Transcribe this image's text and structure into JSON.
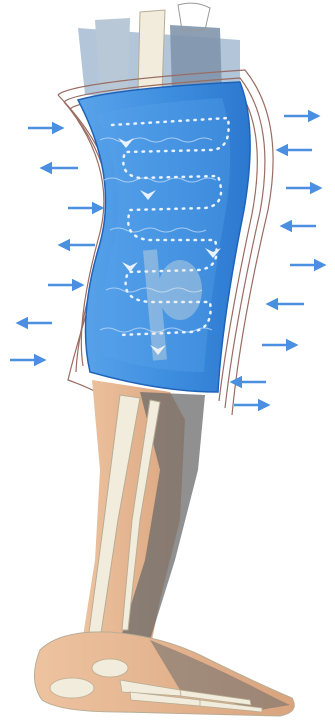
{
  "diagram": {
    "subject": "leg-with-cooling-knee-wrap",
    "colors": {
      "background": "#ffffff",
      "sleeve_blue": "#3f8fe0",
      "sleeve_dark_blue": "#1f63b8",
      "skin": "#eec3a0",
      "skin_shadow": "#d9a47e",
      "bone": "#f2ecdc",
      "bone_outline": "#b8ad94",
      "shadow_gray": "#6b6b6b",
      "heat_lines": "#9a6c62",
      "arrow_blue": "#4a8fe0",
      "flow_dots": "#eaf3ff"
    },
    "left_arrow_directions": [
      "right",
      "left",
      "right",
      "left",
      "right",
      "left",
      "right"
    ],
    "right_arrow_directions": [
      "right",
      "left",
      "right",
      "left",
      "right",
      "left",
      "right",
      "left",
      "right"
    ]
  }
}
